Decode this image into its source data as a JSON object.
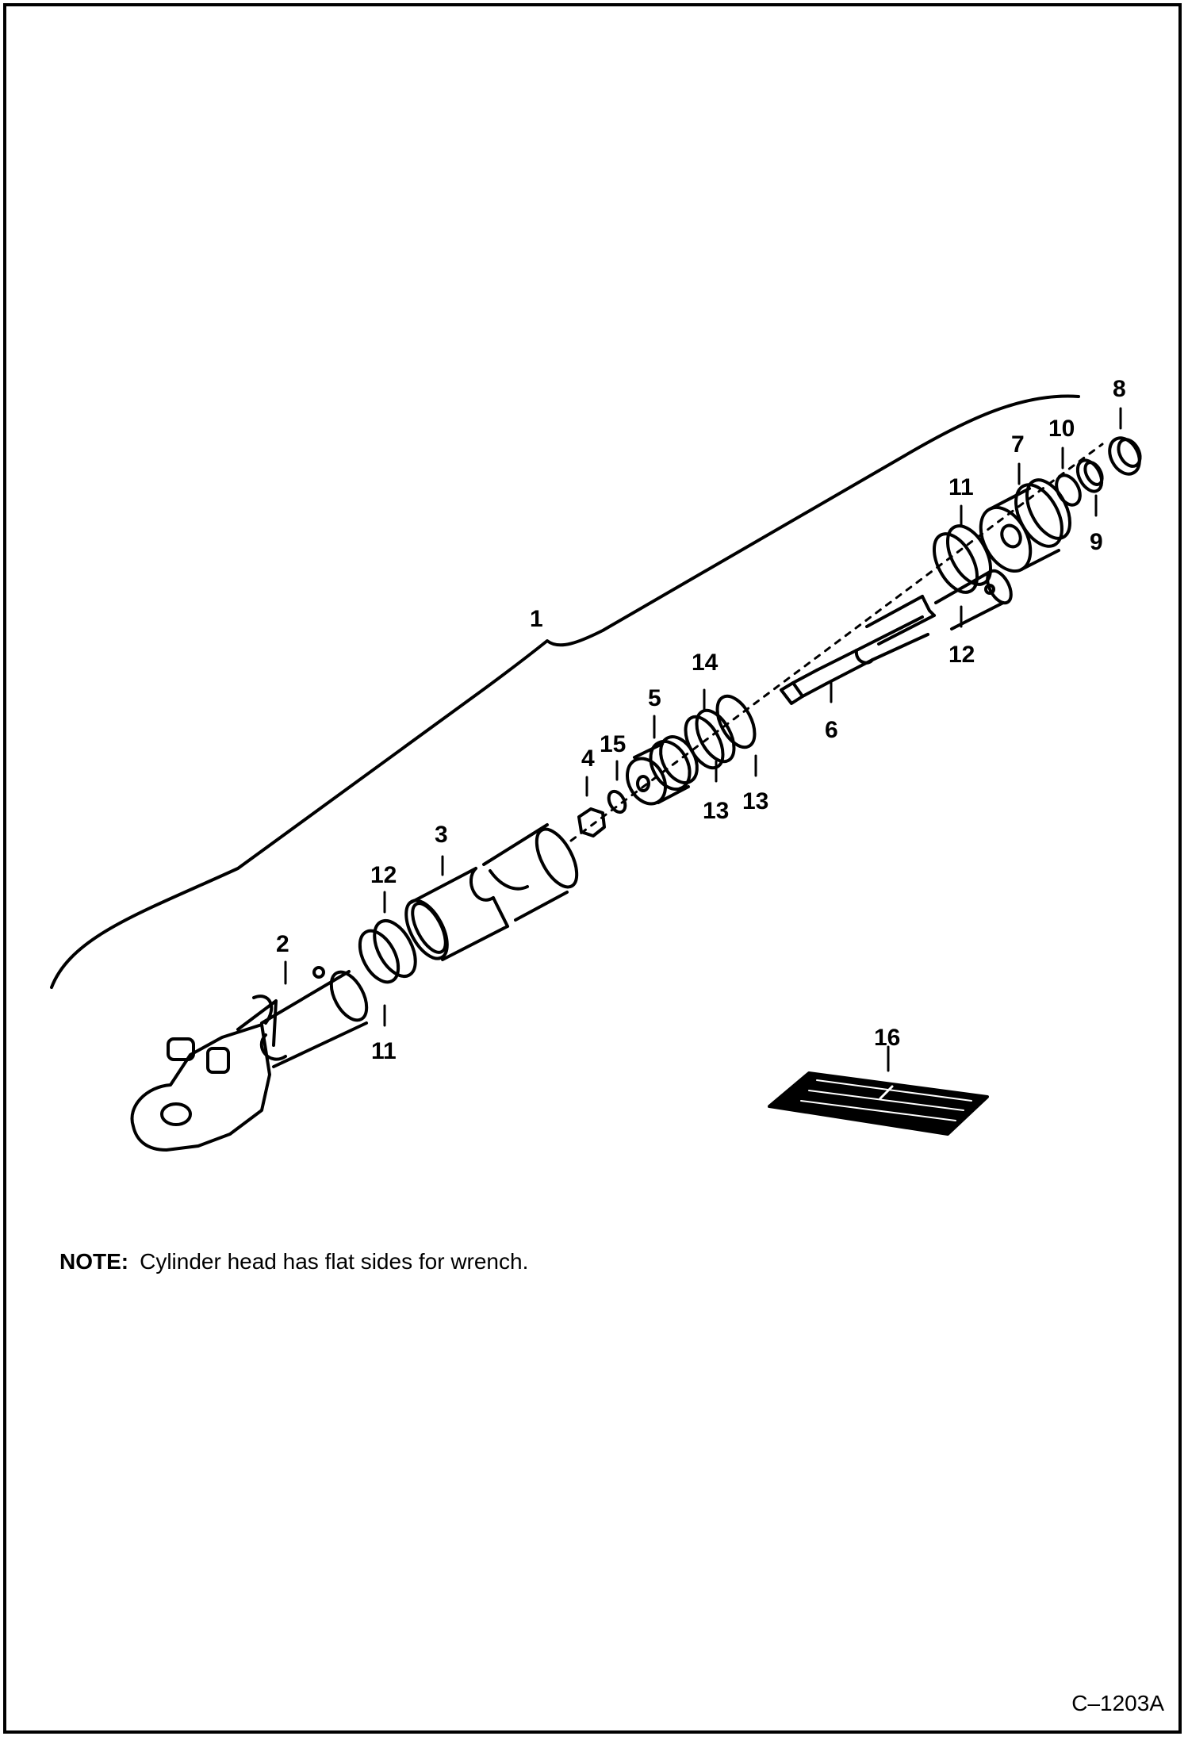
{
  "diagram": {
    "labels": [
      "1",
      "2",
      "3",
      "4",
      "5",
      "6",
      "7",
      "8",
      "9",
      "10",
      "11",
      "11",
      "12",
      "12",
      "13",
      "13",
      "14",
      "15",
      "16"
    ],
    "note_key": "NOTE:",
    "note_text": "Cylinder head has flat sides for wrench.",
    "figure_code": "C–1203A"
  }
}
